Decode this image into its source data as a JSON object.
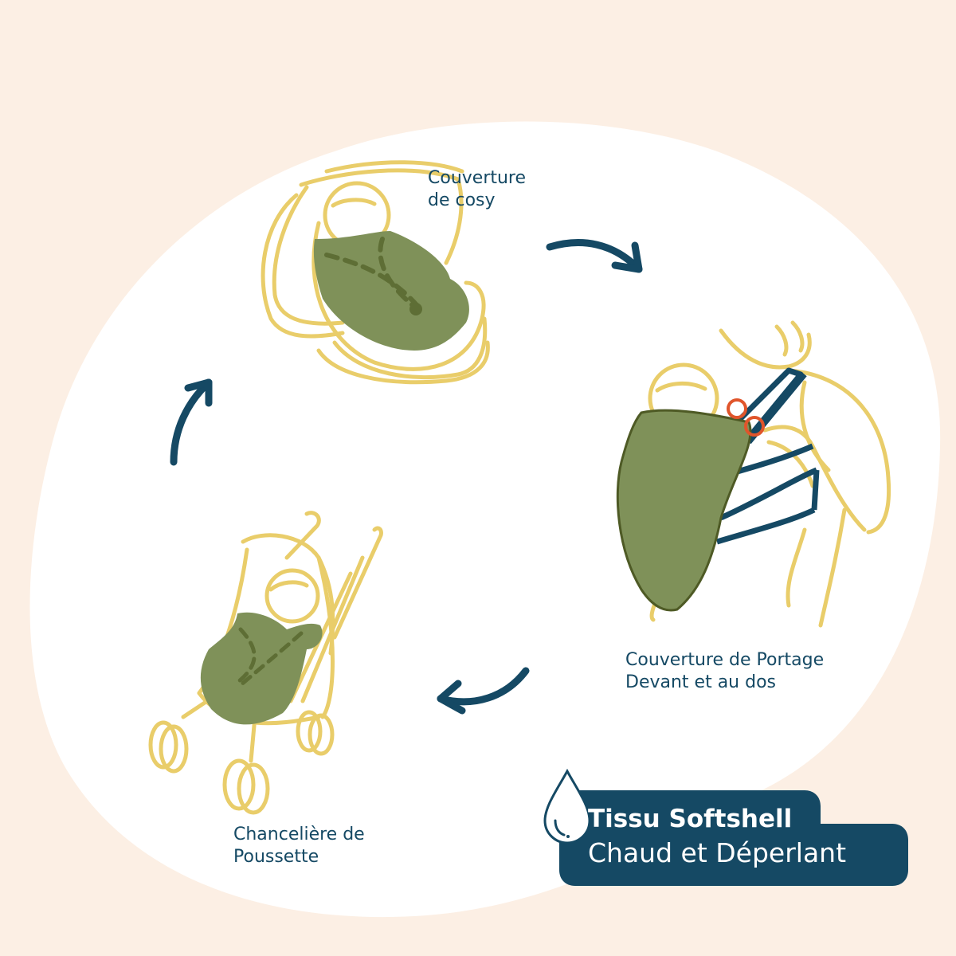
{
  "colors": {
    "background": "#fcefe4",
    "blob": "#ffffff",
    "outline": "#e9cd6a",
    "fabric": "#7f9159",
    "fabric_dash": "#5e6e35",
    "navy": "#154964",
    "ring": "#e0552b"
  },
  "labels": {
    "cosy": {
      "line1": "Couverture",
      "line2": "de cosy"
    },
    "portage": {
      "line1": "Couverture de Portage",
      "line2": "Devant et au dos"
    },
    "poussette": {
      "line1": "Chancelière de",
      "line2": "Poussette"
    }
  },
  "badge": {
    "title": "Tissu Softshell",
    "subtitle": "Chaud et Déperlant",
    "icon": "water-drop-icon"
  },
  "arrows": [
    "arrow-cosy-to-portage",
    "arrow-portage-to-poussette",
    "arrow-poussette-to-cosy"
  ]
}
